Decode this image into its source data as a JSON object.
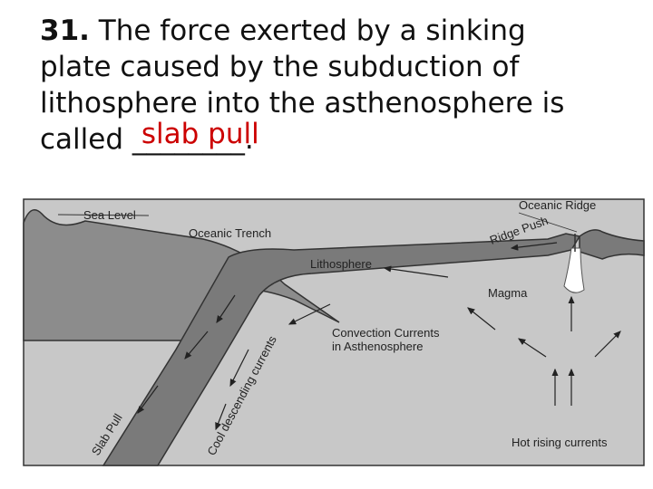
{
  "question": {
    "number": "31.",
    "text_line1": " The force exerted by a sinking",
    "text_line2": "plate caused by the subduction of",
    "text_line3": "lithosphere into the asthenosphere is",
    "text_prefix": "called ",
    "blank": "________",
    "suffix": ".",
    "answer": "slab pull",
    "answer_color": "#cc0000"
  },
  "diagram": {
    "labels": {
      "oceanic_ridge": "Oceanic Ridge",
      "sea_level": "Sea Level",
      "oceanic_trench": "Oceanic Trench",
      "ridge_push": "Ridge Push",
      "lithosphere": "Lithosphere",
      "magma": "Magma",
      "convection_line1": "Convection Currents",
      "convection_line2": "in Asthenosphere",
      "cool_descending": "Cool descending currents",
      "slab_pull": "Slab Pull",
      "hot_rising": "Hot rising currents"
    },
    "colors": {
      "continent": "#8c8c8c",
      "mantle": "#c8c8c8",
      "slab": "#7a7a7a",
      "outline": "#333333",
      "magma": "#ffffff"
    }
  }
}
